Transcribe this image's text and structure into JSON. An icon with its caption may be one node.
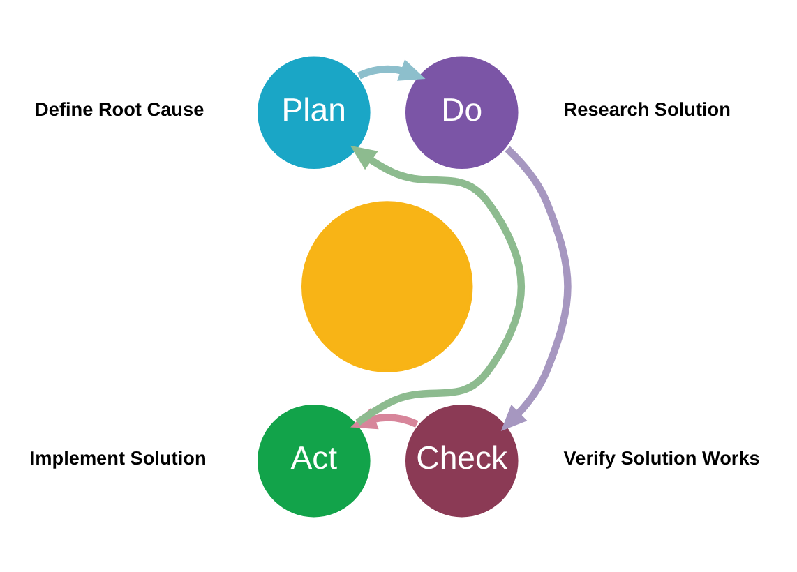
{
  "diagram": {
    "nodes": [
      {
        "text": [
          "Plan"
        ],
        "beside": [
          "Define Root Cause"
        ]
      },
      {
        "text": [
          "Do"
        ],
        "beside": [
          "Research Solution"
        ]
      },
      {
        "text": [],
        "shape": "circle"
      },
      {
        "text": [
          "Check"
        ],
        "beside": [
          "Verify Solution Works"
        ]
      },
      {
        "text": [
          "Act"
        ],
        "beside": [
          "Implement Solution"
        ]
      }
    ],
    "edges": [
      {
        "from": 0,
        "to": 1,
        "arrow": "to",
        "color": "#8dbfcc"
      },
      {
        "from": 1,
        "to": 3,
        "arrow": "to",
        "color": "#a697c0"
      },
      {
        "from": 3,
        "to": 4,
        "arrow": "to",
        "color": "#d7859a"
      },
      {
        "from": 4,
        "to": 0,
        "arrow": "to",
        "color": "#8dbb8f"
      }
    ]
  }
}
